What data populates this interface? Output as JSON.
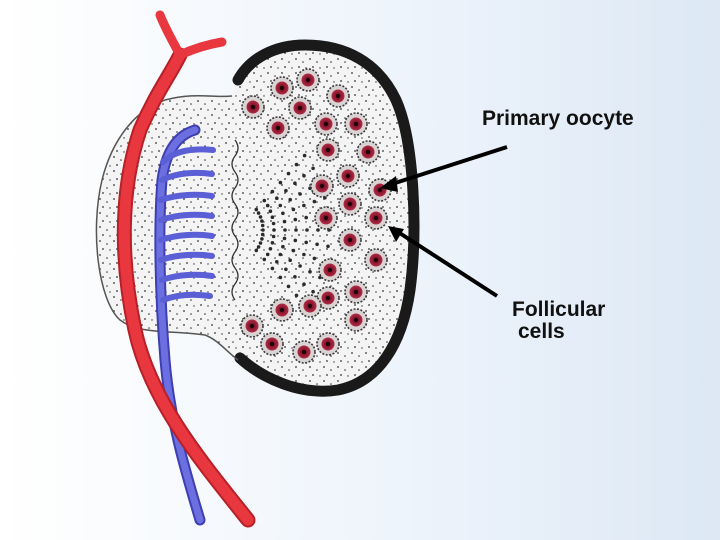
{
  "labels": {
    "primary_oocyte": "Primary oocyte",
    "follicular_line1": "Follicular",
    "follicular_line2": "cells"
  },
  "colors": {
    "artery": "#e8373f",
    "vein": "#5b5fd6",
    "capsule": "#1a1a1a",
    "follicle_fill": "#7a1426",
    "follicle_ring": "#3a3a3a",
    "stroma_dots": "#2b2b2b",
    "pointer_arrows": "#000000"
  },
  "icons": [
    "arrow-pointer-icon"
  ]
}
